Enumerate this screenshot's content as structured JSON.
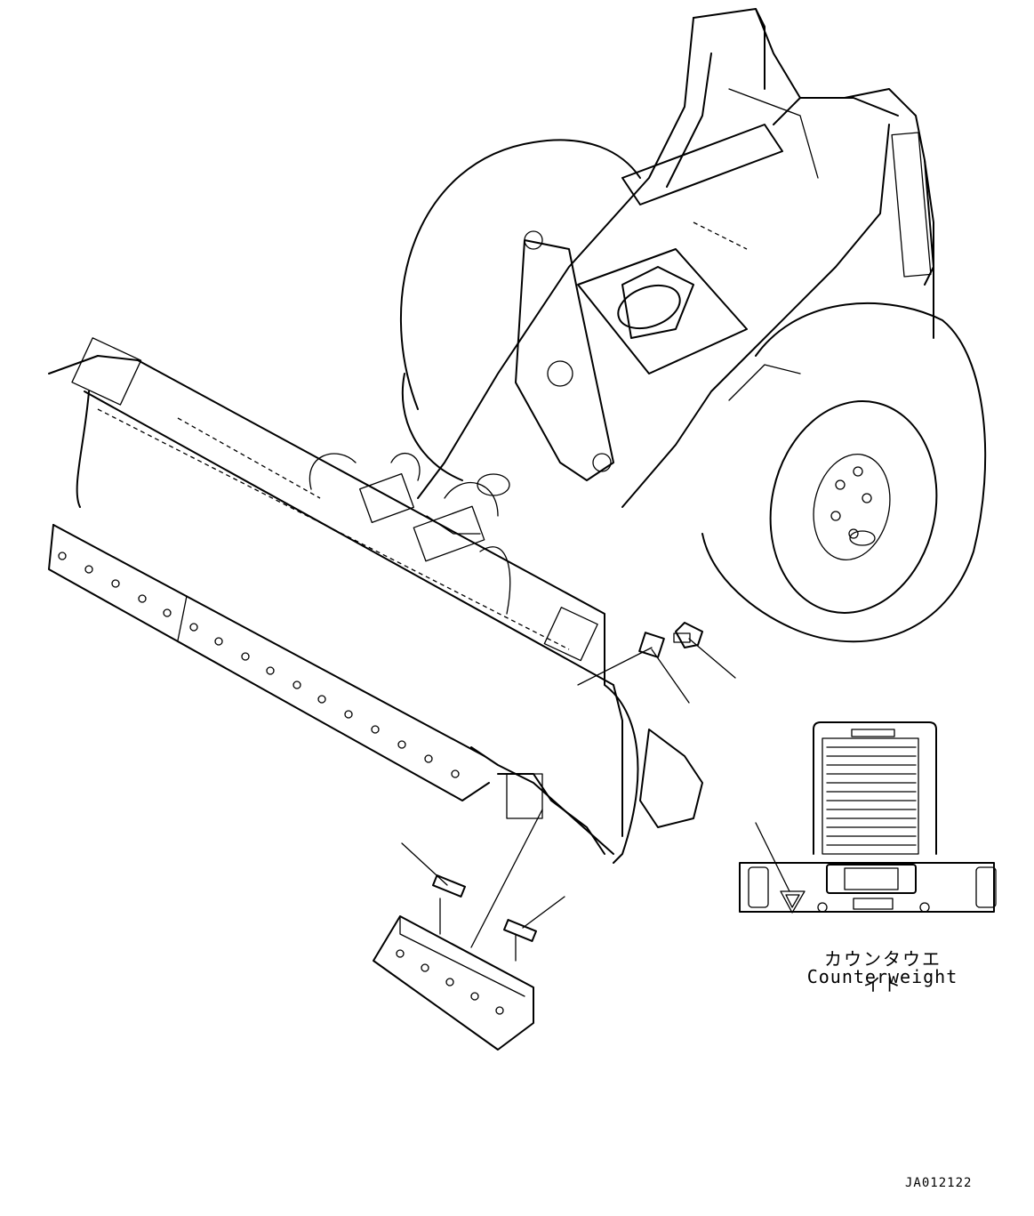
{
  "inset": {
    "label_jp": "カウンタウエイト",
    "label_en": "Counterweight"
  },
  "drawing_number": "JA012122"
}
